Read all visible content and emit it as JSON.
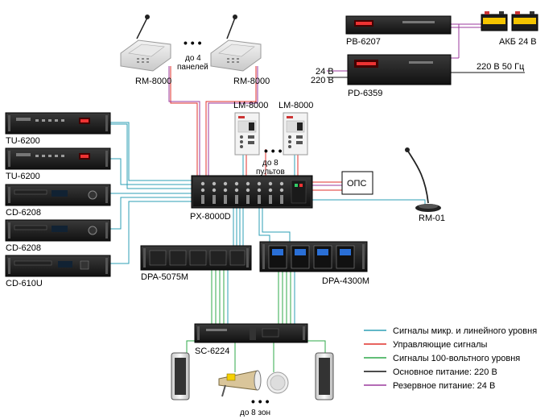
{
  "devices": {
    "rm_8000_a": "RM-8000",
    "rm_8000_b": "RM-8000",
    "panels_note_1": "до 4",
    "panels_note_2": "панелей",
    "lm_8000_a": "LM-8000",
    "lm_8000_b": "LM-8000",
    "consoles_note_1": "до 8",
    "consoles_note_2": "пультов",
    "tu_6200_a": "TU-6200",
    "tu_6200_b": "TU-6200",
    "cd_6208_a": "CD-6208",
    "cd_6208_b": "CD-6208",
    "cd_610u": "CD-610U",
    "px_8000d": "PX-8000D",
    "ops": "ОПС",
    "rm_01": "RM-01",
    "dpa_5075m": "DPA-5075M",
    "dpa_4300m": "DPA-4300M",
    "sc_6224": "SC-6224",
    "zones_note": "до 8 зон",
    "pb_6207": "PB-6207",
    "pd_6359": "PD-6359",
    "akb": "АКБ 24 В",
    "in_24v": "24 В",
    "in_220v": "220 В",
    "mains": "220 В 50 Гц"
  },
  "legend": [
    {
      "label": "Сигналы микр. и линейного уровня",
      "color": "#2e9fb5"
    },
    {
      "label": "Управляющие сигналы",
      "color": "#e0302c"
    },
    {
      "label": "Сигналы 100-вольтного уровня",
      "color": "#2fa84a"
    },
    {
      "label": "Основное питание: 220 В",
      "color": "#111111"
    },
    {
      "label": "Резервное питание: 24 В",
      "color": "#9b3a9e"
    }
  ],
  "colors": {
    "signal": "#2e9fb5",
    "control": "#e0302c",
    "hundred_volt": "#2fa84a",
    "mains": "#111111",
    "backup": "#9b3a9e"
  }
}
